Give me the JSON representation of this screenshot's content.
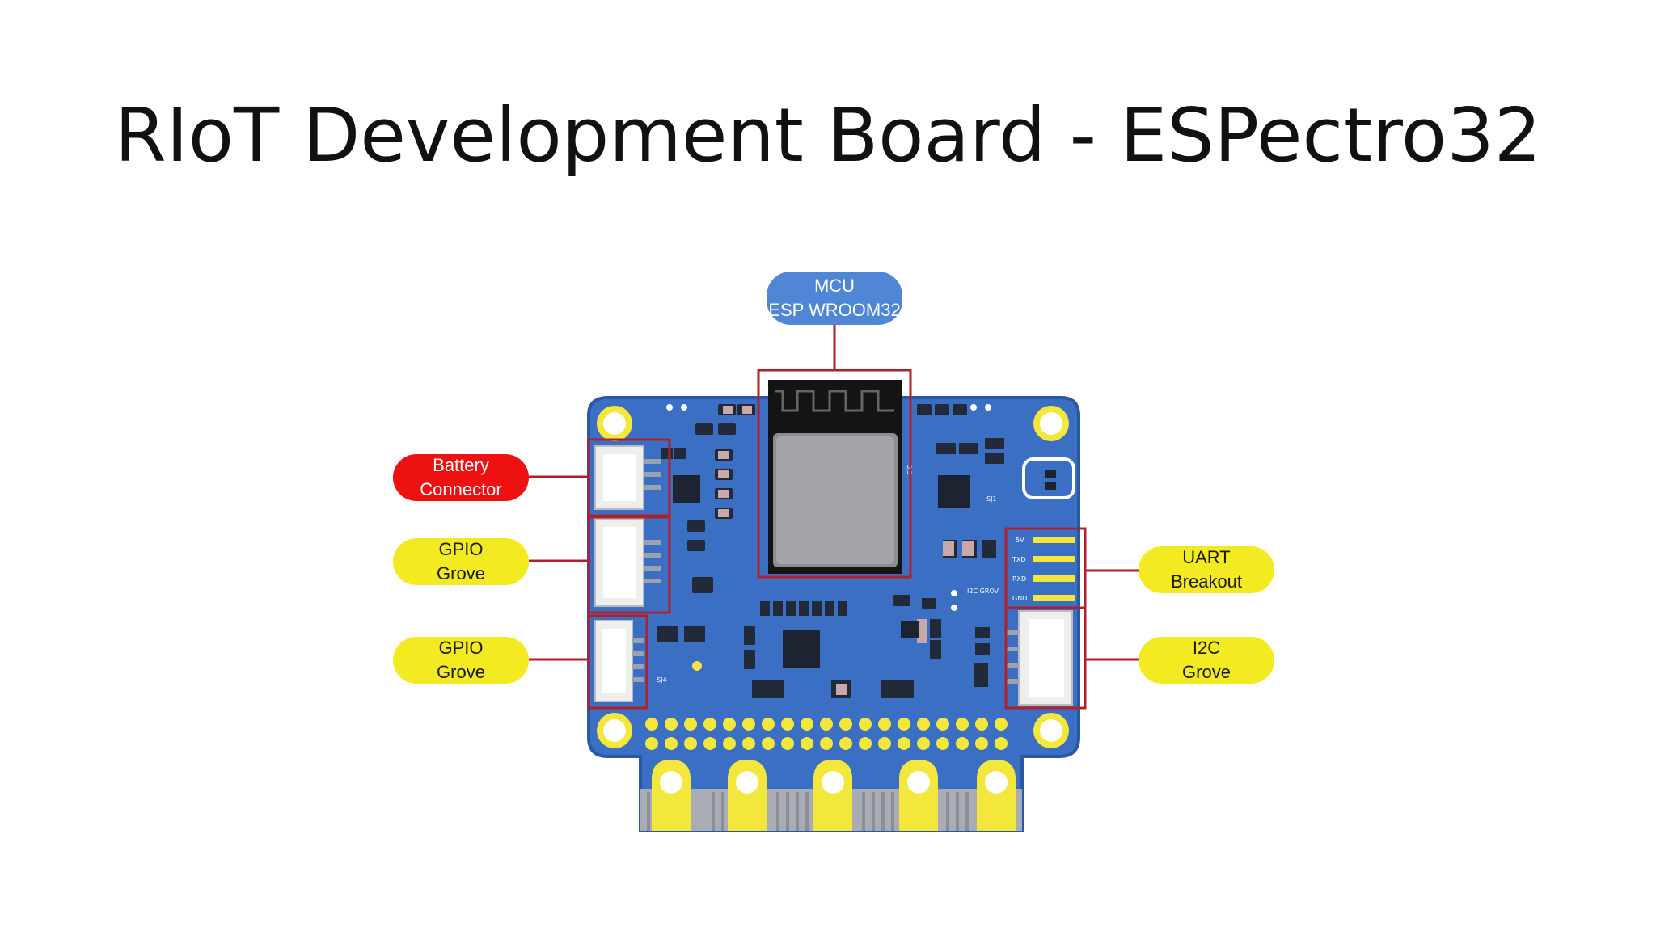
{
  "title": "RIoT Development Board - ESPectro32",
  "callouts": {
    "mcu": {
      "line1": "MCU",
      "line2": "ESP WROOM32"
    },
    "battery": {
      "line1": "Battery",
      "line2": "Connector"
    },
    "gpio_grove_1": {
      "line1": "GPIO",
      "line2": "Grove"
    },
    "gpio_grove_2": {
      "line1": "GPIO",
      "line2": "Grove"
    },
    "uart": {
      "line1": "UART",
      "line2": "Breakout"
    },
    "i2c": {
      "line1": "I2C",
      "line2": "Grove"
    }
  },
  "board_labels": {
    "uart_pins": [
      "5V",
      "TXD",
      "RXD",
      "GND"
    ],
    "i2c_header": "I2C GROV",
    "sj1": "SJ1",
    "sj3": "SJ3",
    "sj4": "SJ4"
  },
  "colors": {
    "board": "#3a6fc4",
    "board_edge": "#2b58a6",
    "highlight_box": "#b0202a",
    "connector_pad": "#f2e73a",
    "mcu_callout": "#4f86d6",
    "red_callout": "#ee1111",
    "yellow_callout": "#f3ea22"
  }
}
